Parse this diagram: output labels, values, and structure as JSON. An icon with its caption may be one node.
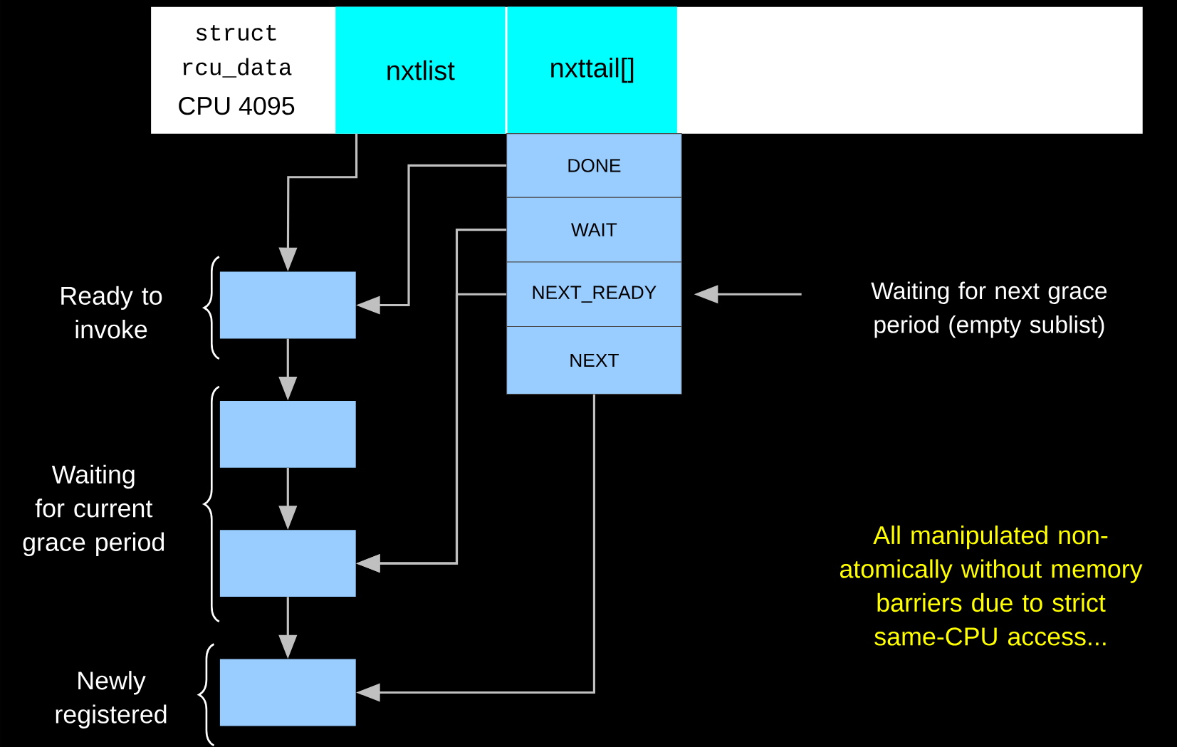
{
  "diagram": {
    "nodes": [
      {
        "text": [
          "struct rcu_data",
          "CPU 4095"
        ]
      },
      {
        "text": [
          "nxtlist"
        ],
        "in": 0
      },
      {
        "text": [
          "nxttail[]"
        ],
        "in": 0
      },
      {
        "text": [
          "DONE"
        ]
      },
      {
        "text": [
          "WAIT"
        ]
      },
      {
        "text": [
          "NEXT_READY"
        ]
      },
      {
        "text": [
          "NEXT"
        ]
      },
      {
        "text": [],
        "shape": "box"
      },
      {
        "text": [],
        "shape": "box"
      },
      {
        "text": [],
        "shape": "box"
      },
      {
        "text": [],
        "shape": "box"
      },
      {
        "text": [
          "Waiting for next grace period (empty sublist)"
        ]
      }
    ],
    "edges": [
      {
        "from": 1,
        "to": 7,
        "arrow": "to"
      },
      {
        "from": 3,
        "to": 7,
        "arrow": "to"
      },
      {
        "from": 4,
        "to": 9,
        "arrow": "to"
      },
      {
        "from": 5,
        "to": 9,
        "arrow": "to"
      },
      {
        "from": 6,
        "to": 10,
        "arrow": "to"
      },
      {
        "from": 7,
        "to": 8,
        "arrow": "to"
      },
      {
        "from": 8,
        "to": 9,
        "arrow": "to"
      },
      {
        "from": 9,
        "to": 10,
        "arrow": "to"
      },
      {
        "from": 11,
        "to": 5,
        "arrow": "to"
      }
    ],
    "labels": [
      "Ready to invoke",
      "Waiting for current grace period",
      "Newly registered",
      "All manipulated non-atomically without memory barriers due to strict same-CPU access..."
    ]
  }
}
